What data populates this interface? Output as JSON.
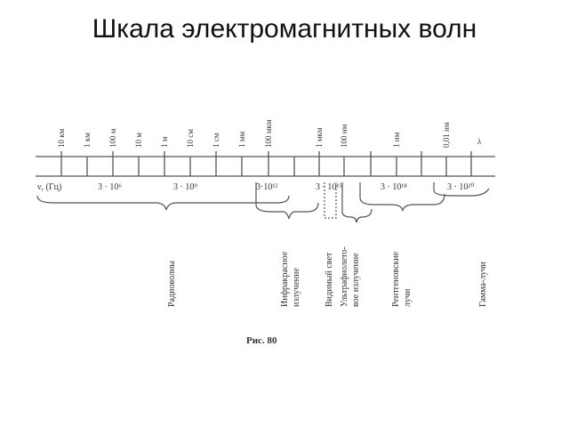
{
  "title": "Шкала электромагнитных волн",
  "wavelength_labels": [
    "10 км",
    "1 км",
    "100 м",
    "10 м",
    "1 м",
    "10 см",
    "1 см",
    "1 мм",
    "100 мкм",
    "",
    "1 мкм",
    "100 нм",
    "",
    "1 нм",
    "",
    "0,01 нм",
    ""
  ],
  "lambda_symbol": "λ",
  "frequency_unit": "ν, (Гц)",
  "frequencies": [
    "3 · 10⁶",
    "3 · 10⁹",
    "3·10¹²",
    "3 · 10¹⁵",
    "3 · 10¹⁸",
    "3 · 10²⁰"
  ],
  "bands": [
    "Радиоволны",
    "Инфракрасное",
    "излучение",
    "Видимый свет",
    "Ультрафиолето-",
    "вое излучение",
    "Рентгеновские",
    "лучи",
    "Гамма-лучи"
  ],
  "caption": "Рис. 80"
}
